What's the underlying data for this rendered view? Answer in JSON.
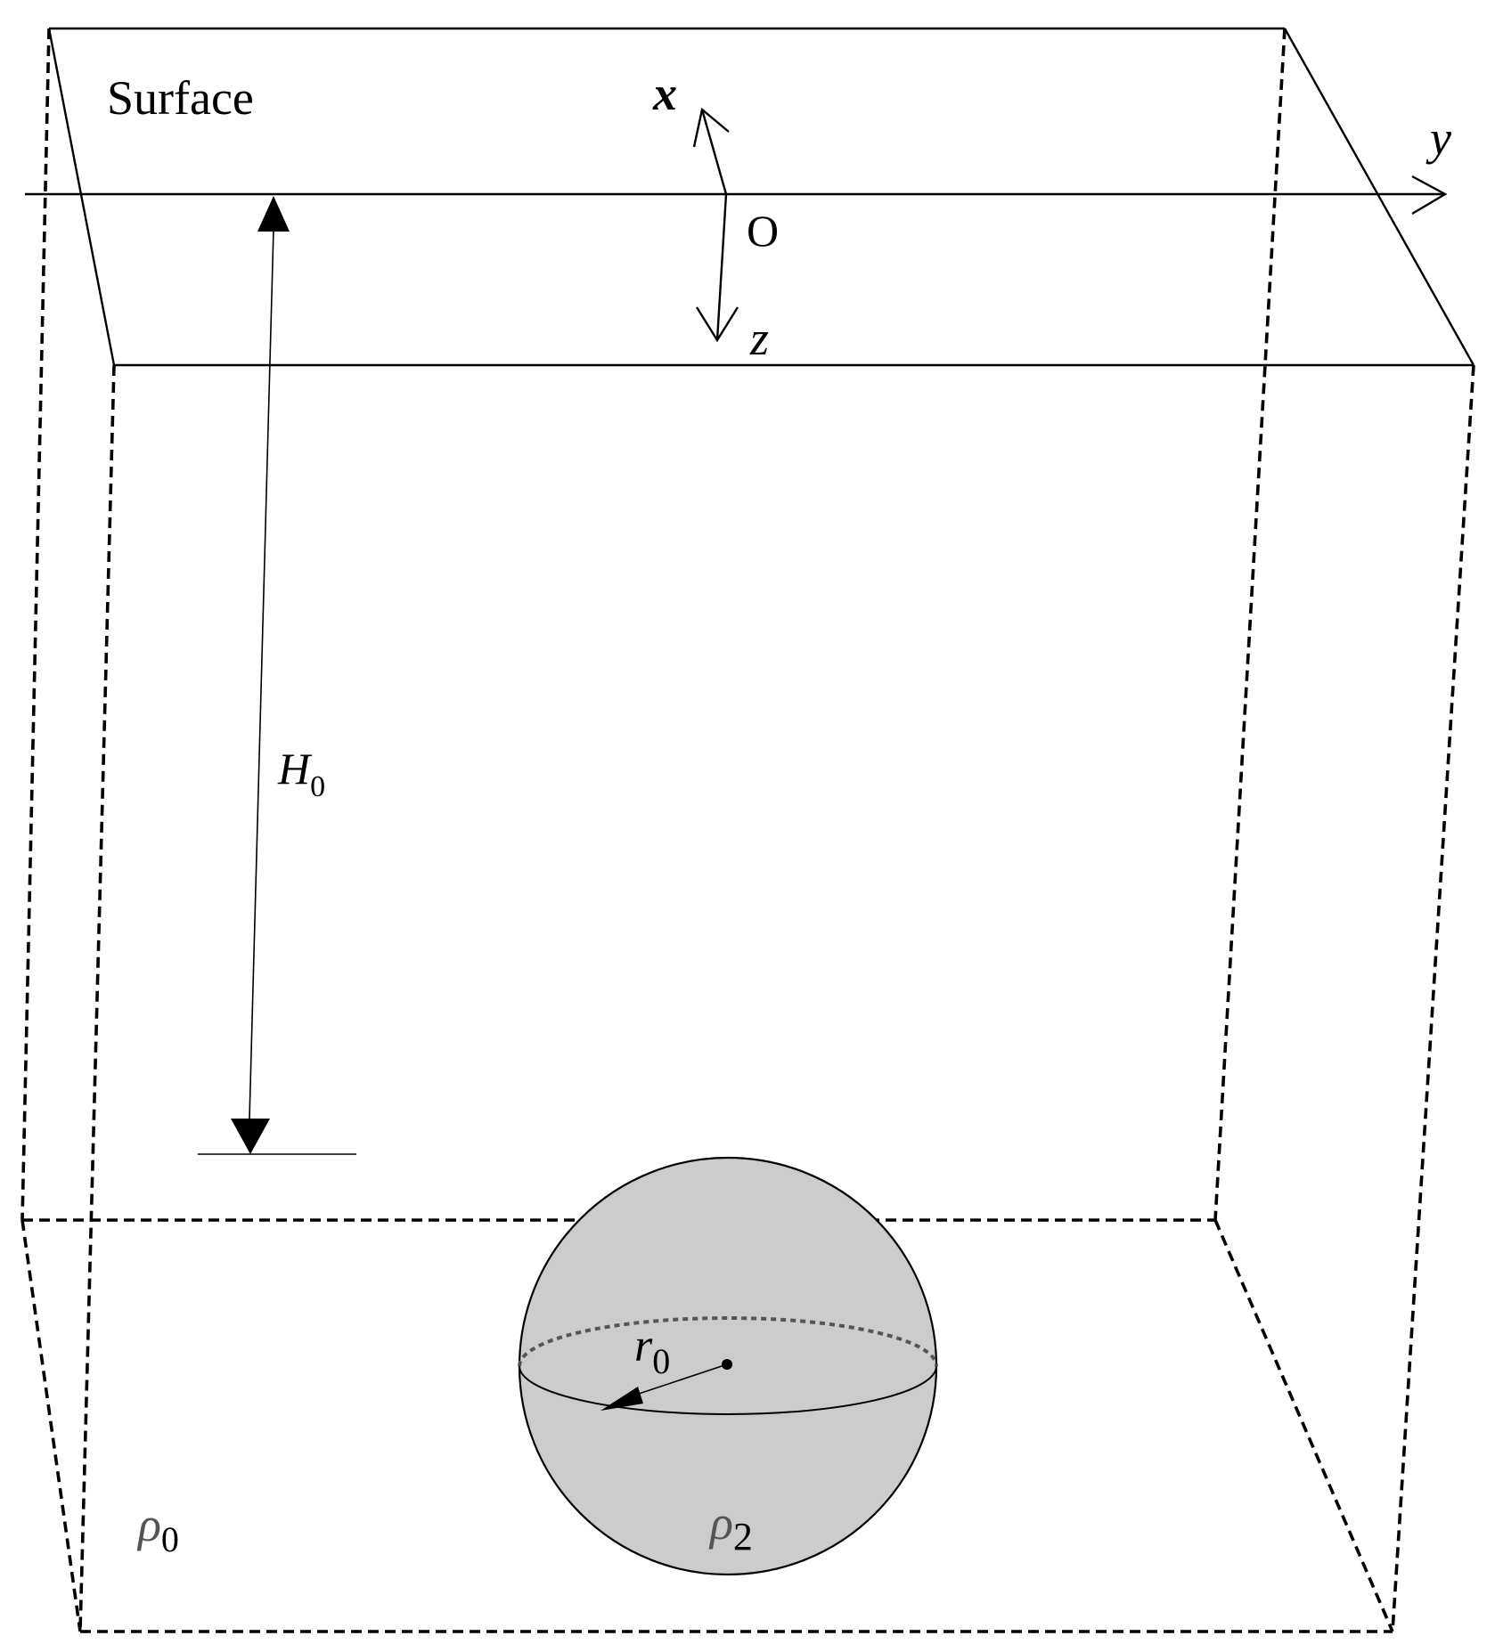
{
  "labels": {
    "surface": "Surface",
    "x_axis": "x",
    "y_axis": "y",
    "z_axis": "z",
    "origin": "O",
    "depth_symbol": "H",
    "depth_subscript": "0",
    "radius_symbol": "r",
    "radius_subscript": "0",
    "host_density_symbol": "ρ",
    "host_density_subscript": "0",
    "sphere_density_symbol": "ρ",
    "sphere_density_subscript": "2"
  },
  "colors": {
    "line": "#000000",
    "sphere_fill": "#cccccc",
    "background": "#ffffff"
  },
  "line_styles": {
    "surface_plane": "solid",
    "half_space_box": "dashed",
    "sphere_equator_back": "dotted"
  }
}
